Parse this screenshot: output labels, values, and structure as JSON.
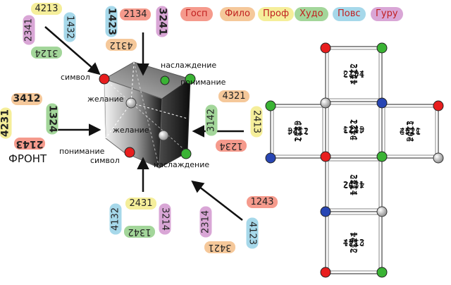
{
  "colors": {
    "gosp": "#f59a8c",
    "filo": "#f5c89a",
    "prof": "#f5ee9a",
    "hudo": "#a3d69a",
    "povs": "#a6d8ea",
    "guru": "#d9a6d6",
    "red": "#e81e1e",
    "green": "#3ab334",
    "blue": "#2846b4",
    "white": "#e8e8e8"
  },
  "legend": [
    {
      "label": "Госп",
      "color_key": "gosp"
    },
    {
      "label": "Фило",
      "color_key": "filo"
    },
    {
      "label": "Проф",
      "color_key": "prof"
    },
    {
      "label": "Худо",
      "color_key": "hudo"
    },
    {
      "label": "Повс",
      "color_key": "povs"
    },
    {
      "label": "Гуру",
      "color_key": "guru"
    }
  ],
  "front_label": "ФРОНТ",
  "cube_labels": {
    "simvol_top": "символ",
    "naslazhdenie_top": "наслаждение",
    "ponimanie_right": "понимание",
    "zhelanie_left": "желание",
    "zhelanie_center": "желание",
    "ponimanie_left": "понимание",
    "simvol_bottom": "символ",
    "naslazhdenie_bottom": "наслаждение"
  },
  "groups": {
    "top_left": [
      "4213",
      "1432",
      "2341",
      "3124"
    ],
    "top_center": [
      "1423",
      "2134",
      "3241",
      "4312"
    ],
    "left": [
      "3412",
      "1324",
      "4231",
      "2143"
    ],
    "right": [
      "4321",
      "3142",
      "2413",
      "1234"
    ],
    "bottom": [
      "2431",
      "4132",
      "3214",
      "1342"
    ],
    "bottom_right": [
      "1243",
      "2314",
      "4123",
      "3421"
    ]
  },
  "net_faces": [
    {
      "name": "net-face-top",
      "codes": [
        "2134",
        "3241",
        "1423",
        "4312"
      ]
    },
    {
      "name": "net-face-left",
      "codes": [
        "3412",
        "4231",
        "1324",
        "2143"
      ]
    },
    {
      "name": "net-face-center",
      "codes": [
        "1243",
        "2314",
        "4123",
        "3421"
      ]
    },
    {
      "name": "net-face-right",
      "codes": [
        "4321",
        "1234",
        "3142",
        "2413"
      ]
    },
    {
      "name": "net-face-lower",
      "codes": [
        "2431",
        "3214",
        "4132",
        "1342"
      ]
    },
    {
      "name": "net-face-bottom",
      "codes": [
        "4213",
        "1432",
        "2341",
        "3124"
      ]
    }
  ]
}
